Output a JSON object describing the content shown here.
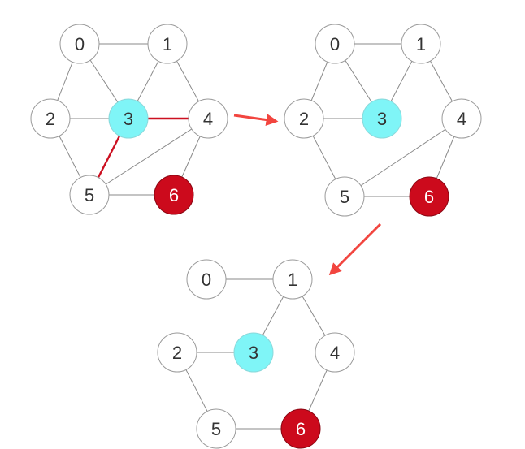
{
  "colors": {
    "node_fill": "#ffffff",
    "node_stroke": "#9a9a9a",
    "edge": "#8a8a8a",
    "highlight_edge": "#cc1021",
    "cyan_fill": "#7ff5f7",
    "red_fill": "#cc0a1c",
    "arrow": "#f2453f",
    "text_dark": "#333333",
    "text_light": "#ffffff"
  },
  "graphs": [
    {
      "name": "graph-original",
      "nodes": [
        {
          "id": "0",
          "label": "0"
        },
        {
          "id": "1",
          "label": "1"
        },
        {
          "id": "2",
          "label": "2"
        },
        {
          "id": "3",
          "label": "3",
          "style": "cyan"
        },
        {
          "id": "4",
          "label": "4"
        },
        {
          "id": "5",
          "label": "5"
        },
        {
          "id": "6",
          "label": "6",
          "style": "red"
        }
      ],
      "edges": [
        {
          "from": "0",
          "to": "1"
        },
        {
          "from": "0",
          "to": "2"
        },
        {
          "from": "0",
          "to": "3"
        },
        {
          "from": "1",
          "to": "3"
        },
        {
          "from": "1",
          "to": "4"
        },
        {
          "from": "2",
          "to": "3"
        },
        {
          "from": "2",
          "to": "5"
        },
        {
          "from": "3",
          "to": "4",
          "highlight": true
        },
        {
          "from": "3",
          "to": "5",
          "highlight": true
        },
        {
          "from": "4",
          "to": "5"
        },
        {
          "from": "4",
          "to": "6"
        },
        {
          "from": "5",
          "to": "6"
        }
      ]
    },
    {
      "name": "graph-step-1",
      "nodes": [
        {
          "id": "0",
          "label": "0"
        },
        {
          "id": "1",
          "label": "1"
        },
        {
          "id": "2",
          "label": "2"
        },
        {
          "id": "3",
          "label": "3",
          "style": "cyan"
        },
        {
          "id": "4",
          "label": "4"
        },
        {
          "id": "5",
          "label": "5"
        },
        {
          "id": "6",
          "label": "6",
          "style": "red"
        }
      ],
      "edges": [
        {
          "from": "0",
          "to": "1"
        },
        {
          "from": "0",
          "to": "2"
        },
        {
          "from": "0",
          "to": "3"
        },
        {
          "from": "1",
          "to": "3"
        },
        {
          "from": "1",
          "to": "4"
        },
        {
          "from": "2",
          "to": "3"
        },
        {
          "from": "2",
          "to": "5"
        },
        {
          "from": "4",
          "to": "6"
        },
        {
          "from": "5",
          "to": "6"
        },
        {
          "from": "4",
          "to": "5"
        }
      ]
    },
    {
      "name": "graph-step-2",
      "nodes": [
        {
          "id": "0",
          "label": "0"
        },
        {
          "id": "1",
          "label": "1"
        },
        {
          "id": "2",
          "label": "2"
        },
        {
          "id": "3",
          "label": "3",
          "style": "cyan"
        },
        {
          "id": "4",
          "label": "4"
        },
        {
          "id": "5",
          "label": "5"
        },
        {
          "id": "6",
          "label": "6",
          "style": "red"
        }
      ],
      "edges": [
        {
          "from": "0",
          "to": "1"
        },
        {
          "from": "1",
          "to": "3"
        },
        {
          "from": "1",
          "to": "4"
        },
        {
          "from": "2",
          "to": "3"
        },
        {
          "from": "2",
          "to": "5"
        },
        {
          "from": "4",
          "to": "6"
        },
        {
          "from": "5",
          "to": "6"
        }
      ]
    }
  ],
  "arrows": [
    {
      "name": "arrow-right"
    },
    {
      "name": "arrow-down-left"
    }
  ]
}
